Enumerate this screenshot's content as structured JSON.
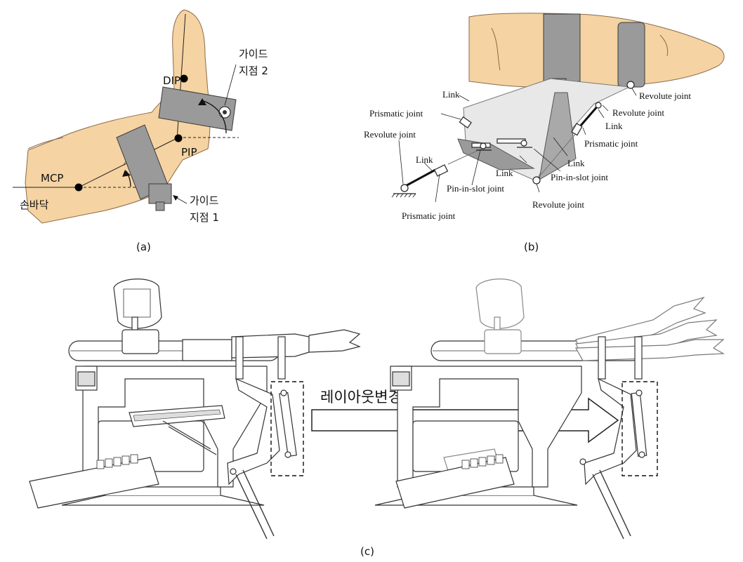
{
  "panel_a": {
    "dip": "DIP",
    "pip": "PIP",
    "mcp": "MCP",
    "palm": "손바닥",
    "guide2_line1": "가이드",
    "guide2_line2": "지점 2",
    "guide1_line1": "가이드",
    "guide1_line2": "지점 1",
    "caption": "(a)"
  },
  "panel_b": {
    "link_top": "Link",
    "prismatic_left": "Prismatic joint",
    "revolute_left": "Revolute joint",
    "link_left": "Link",
    "pin_slot_left": "Pin-in-slot joint",
    "prismatic_bottom": "Prismatic joint",
    "link_mid": "Link",
    "revolute_bottom": "Revolute joint",
    "pin_slot_right": "Pin-in-slot joint",
    "link_right_low": "Link",
    "prismatic_right": "Prismatic joint",
    "link_right": "Link",
    "revolute_right1": "Revolute joint",
    "revolute_right2": "Revolute joint",
    "caption": "(b)"
  },
  "panel_c": {
    "arrow_text": "레이아웃변경",
    "caption": "(c)"
  }
}
